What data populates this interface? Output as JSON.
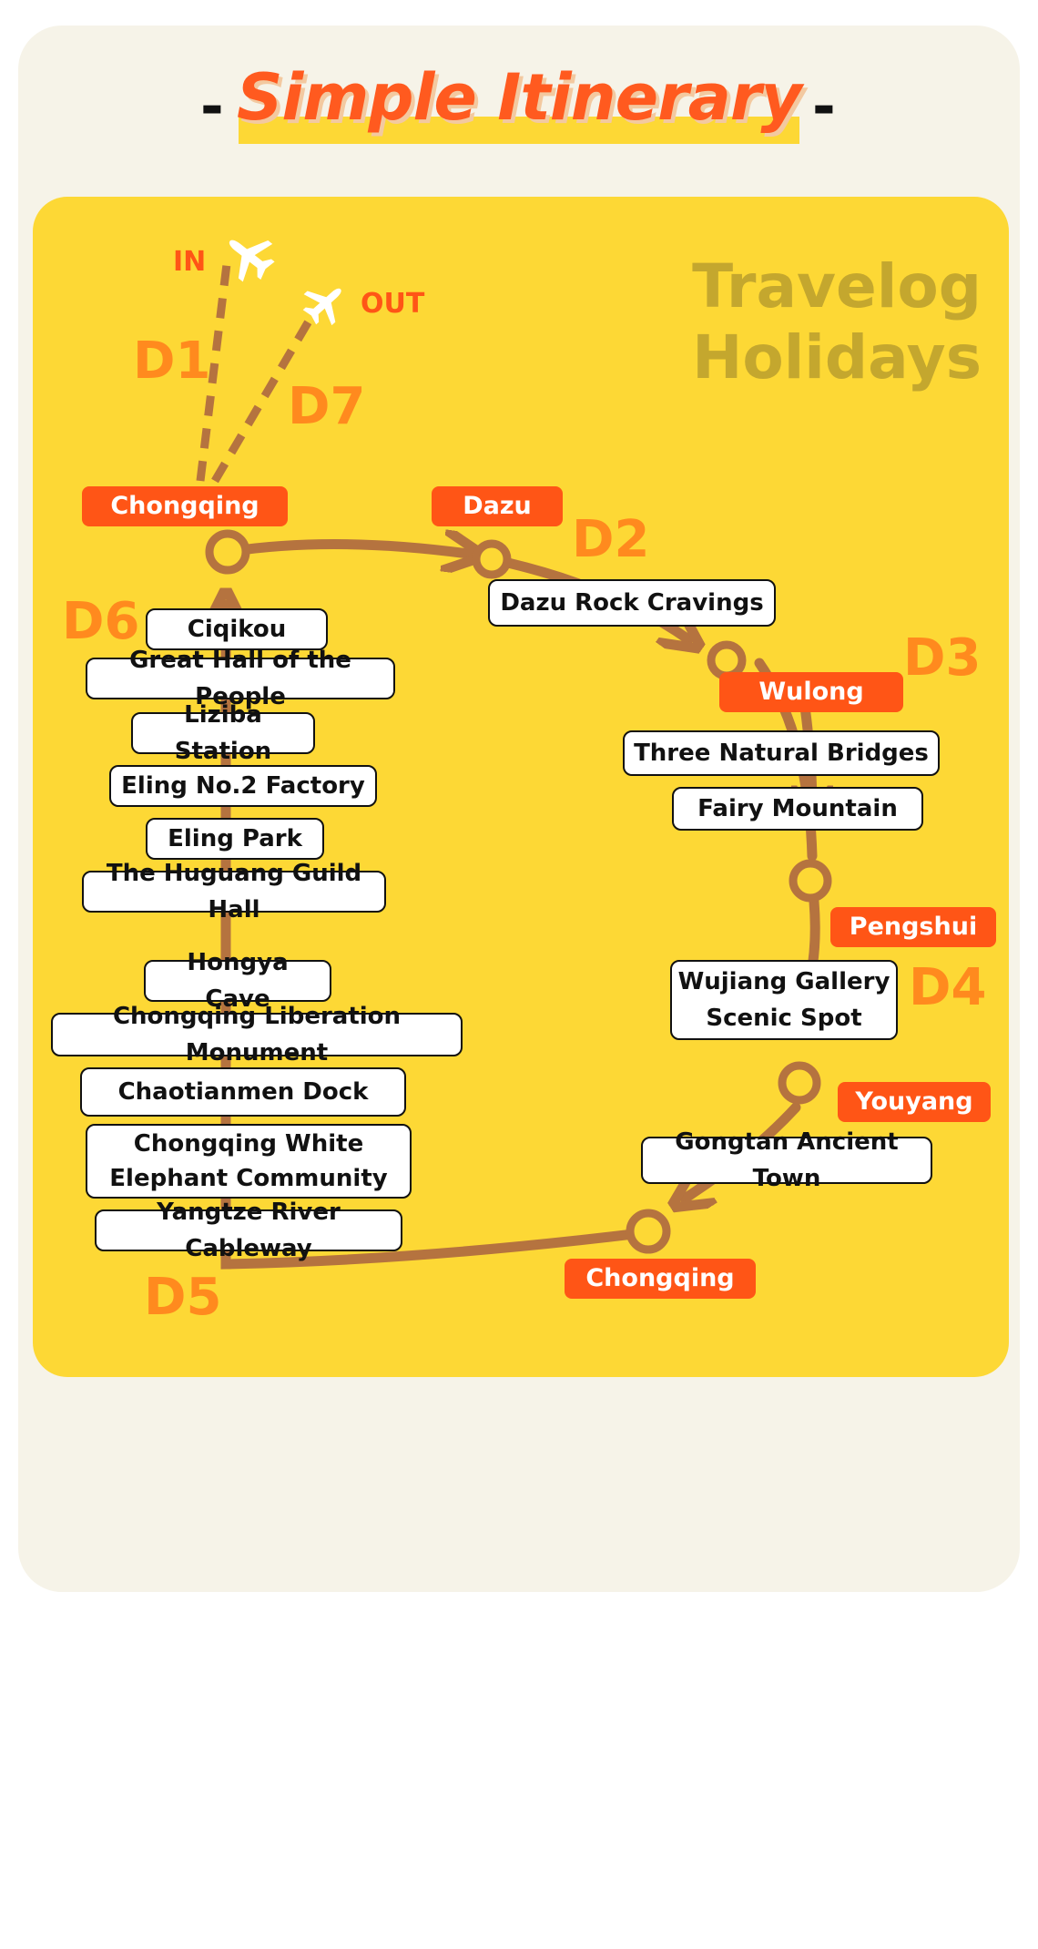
{
  "header": {
    "title": "Simple Itinerary",
    "dash_left": "-",
    "dash_right": "-"
  },
  "brand": {
    "line1": "Travelog",
    "line2": "Holidays"
  },
  "flight": {
    "in_label": "IN",
    "out_label": "OUT",
    "in_icon": "airplane-icon",
    "out_icon": "airplane-icon"
  },
  "days": [
    "D1",
    "D2",
    "D3",
    "D4",
    "D5",
    "D6",
    "D7"
  ],
  "cities": {
    "chongqing_start": "Chongqing",
    "dazu": "Dazu",
    "wulong": "Wulong",
    "pengshui": "Pengshui",
    "youyang": "Youyang",
    "chongqing_end": "Chongqing"
  },
  "spots": {
    "dazu": [
      "Dazu Rock Cravings"
    ],
    "wulong": [
      "Three Natural Bridges",
      "Fairy Mountain"
    ],
    "pengshui": [
      "Wujiang Gallery\nScenic Spot"
    ],
    "youyang": [
      "Gongtan Ancient Town"
    ],
    "d6": [
      "Ciqikou",
      "Great Hall of the People",
      "Liziba Station",
      "Eling No.2 Factory",
      "Eling Park",
      "The Huguang Guild Hall"
    ],
    "d5": [
      "Hongya Cave",
      "Chongqing Liberation Monument",
      "Chaotianmen Dock",
      "Chongqing White Elephant Community",
      "Yangtze River Cableway"
    ]
  },
  "colors": {
    "accent": "#ff5516",
    "day_label": "#ff8a1e",
    "panel": "#fdd835",
    "route": "#b5733f",
    "brand": "#c4a72e"
  }
}
